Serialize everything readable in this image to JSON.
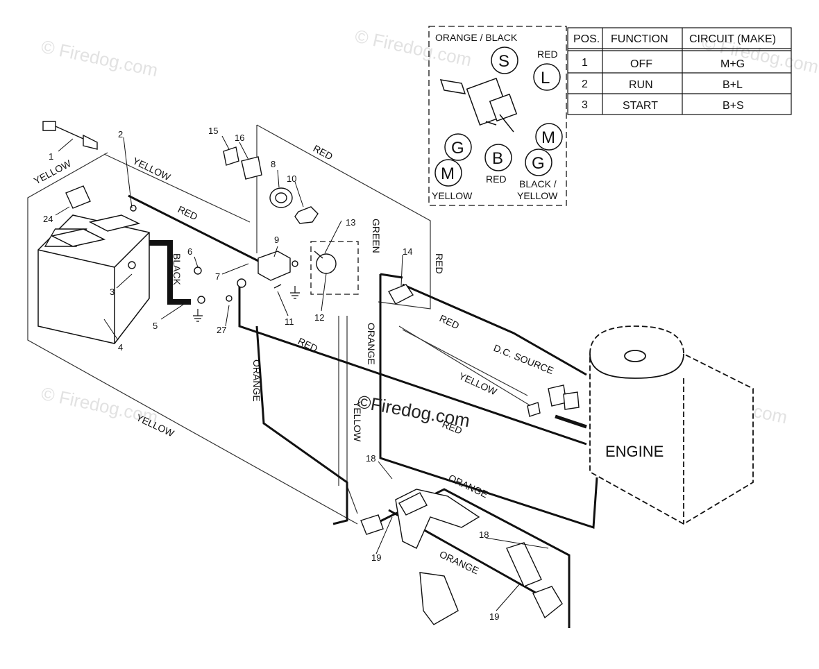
{
  "watermarks": [
    "© Firedog.com",
    "© Firedog.com",
    "© Firedog.com",
    "© Firedog.com",
    "© Firedog.com"
  ],
  "center_watermark": "©Firedog.com",
  "switch_inset": {
    "orange_black": "ORANGE / BLACK",
    "red_top": "RED",
    "red_bottom": "RED",
    "yellow": "YELLOW",
    "black_yellow_1": "BLACK /",
    "black_yellow_2": "YELLOW",
    "letters": {
      "s": "S",
      "l": "L",
      "g1": "G",
      "b": "B",
      "m1": "M",
      "m2": "M",
      "g2": "G"
    }
  },
  "table": {
    "headers": [
      "POS.",
      "FUNCTION",
      "CIRCUIT  (MAKE)"
    ],
    "rows": [
      {
        "pos": "1",
        "function": "OFF",
        "circuit": "M+G"
      },
      {
        "pos": "2",
        "function": "RUN",
        "circuit": "B+L"
      },
      {
        "pos": "3",
        "function": "START",
        "circuit": "B+S"
      }
    ]
  },
  "wire_labels": {
    "yellow_a": "YELLOW",
    "yellow_b": "YELLOW",
    "red_a": "RED",
    "red_top": "RED",
    "black": "BLACK",
    "green": "GREEN",
    "red_right": "RED",
    "red_mid": "RED",
    "orange_a": "ORANGE",
    "red_b": "RED",
    "orange_b": "ORANGE",
    "dc_source": "D.C. SOURCE",
    "yellow_c": "YELLOW",
    "yellow_d": "YELLOW",
    "red_c": "RED",
    "yellow_e": "YELLOW",
    "orange_c": "ORANGE",
    "orange_d": "ORANGE"
  },
  "engine_label": "ENGINE",
  "parts": {
    "p1": "1",
    "p2": "2",
    "p3": "3",
    "p4": "4",
    "p5": "5",
    "p6": "6",
    "p7": "7",
    "p8": "8",
    "p9": "9",
    "p10": "10",
    "p11": "11",
    "p12": "12",
    "p13": "13",
    "p14": "14",
    "p15": "15",
    "p16": "16",
    "p18a": "18",
    "p18b": "18",
    "p19a": "19",
    "p19b": "19",
    "p24": "24",
    "p27": "27"
  }
}
